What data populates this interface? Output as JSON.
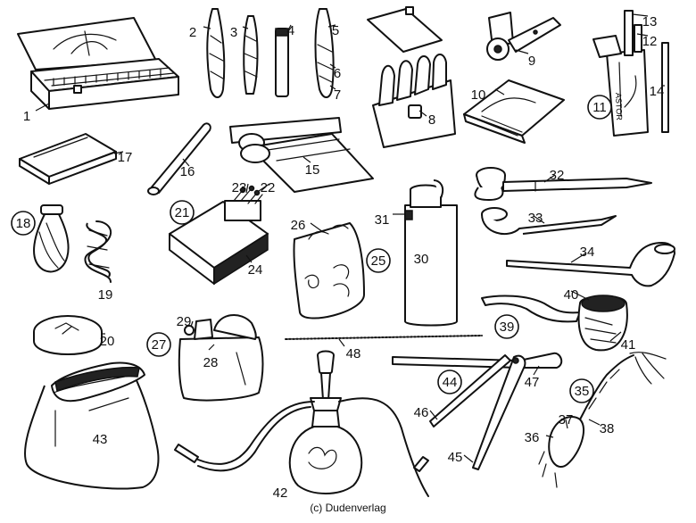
{
  "figure": {
    "credit": "(c) Dudenverlag"
  },
  "labels": [
    {
      "id": "1",
      "text": "1",
      "circled": false
    },
    {
      "id": "2",
      "text": "2",
      "circled": false
    },
    {
      "id": "3",
      "text": "3",
      "circled": false
    },
    {
      "id": "4",
      "text": "4",
      "circled": false
    },
    {
      "id": "5",
      "text": "5",
      "circled": false
    },
    {
      "id": "6",
      "text": "6",
      "circled": false
    },
    {
      "id": "7",
      "text": "7",
      "circled": false
    },
    {
      "id": "8",
      "text": "8",
      "circled": false
    },
    {
      "id": "9",
      "text": "9",
      "circled": false
    },
    {
      "id": "10",
      "text": "10",
      "circled": false
    },
    {
      "id": "11",
      "text": "11",
      "circled": true
    },
    {
      "id": "12",
      "text": "12",
      "circled": false
    },
    {
      "id": "13",
      "text": "13",
      "circled": false
    },
    {
      "id": "14",
      "text": "14",
      "circled": false
    },
    {
      "id": "15",
      "text": "15",
      "circled": false
    },
    {
      "id": "16",
      "text": "16",
      "circled": false
    },
    {
      "id": "17",
      "text": "17",
      "circled": false
    },
    {
      "id": "18",
      "text": "18",
      "circled": true
    },
    {
      "id": "19",
      "text": "19",
      "circled": false
    },
    {
      "id": "20",
      "text": "20",
      "circled": false
    },
    {
      "id": "21",
      "text": "21",
      "circled": true
    },
    {
      "id": "22",
      "text": "22",
      "circled": false
    },
    {
      "id": "23",
      "text": "23",
      "circled": false
    },
    {
      "id": "24",
      "text": "24",
      "circled": false
    },
    {
      "id": "25",
      "text": "25",
      "circled": true
    },
    {
      "id": "26",
      "text": "26",
      "circled": false
    },
    {
      "id": "27",
      "text": "27",
      "circled": true
    },
    {
      "id": "28",
      "text": "28",
      "circled": false
    },
    {
      "id": "29",
      "text": "29",
      "circled": false
    },
    {
      "id": "30",
      "text": "30",
      "circled": false
    },
    {
      "id": "31",
      "text": "31",
      "circled": false
    },
    {
      "id": "32",
      "text": "32",
      "circled": false
    },
    {
      "id": "33",
      "text": "33",
      "circled": false
    },
    {
      "id": "34",
      "text": "34",
      "circled": false
    },
    {
      "id": "35",
      "text": "35",
      "circled": true
    },
    {
      "id": "36",
      "text": "36",
      "circled": false
    },
    {
      "id": "37",
      "text": "37",
      "circled": false
    },
    {
      "id": "38",
      "text": "38",
      "circled": false
    },
    {
      "id": "39",
      "text": "39",
      "circled": true
    },
    {
      "id": "40",
      "text": "40",
      "circled": false
    },
    {
      "id": "41",
      "text": "41",
      "circled": false
    },
    {
      "id": "42",
      "text": "42",
      "circled": false
    },
    {
      "id": "43",
      "text": "43",
      "circled": false
    },
    {
      "id": "44",
      "text": "44",
      "circled": true
    },
    {
      "id": "45",
      "text": "45",
      "circled": false
    },
    {
      "id": "46",
      "text": "46",
      "circled": false
    },
    {
      "id": "47",
      "text": "47",
      "circled": false
    },
    {
      "id": "48",
      "text": "48",
      "circled": false
    }
  ],
  "pack_brand": "ASTOR"
}
